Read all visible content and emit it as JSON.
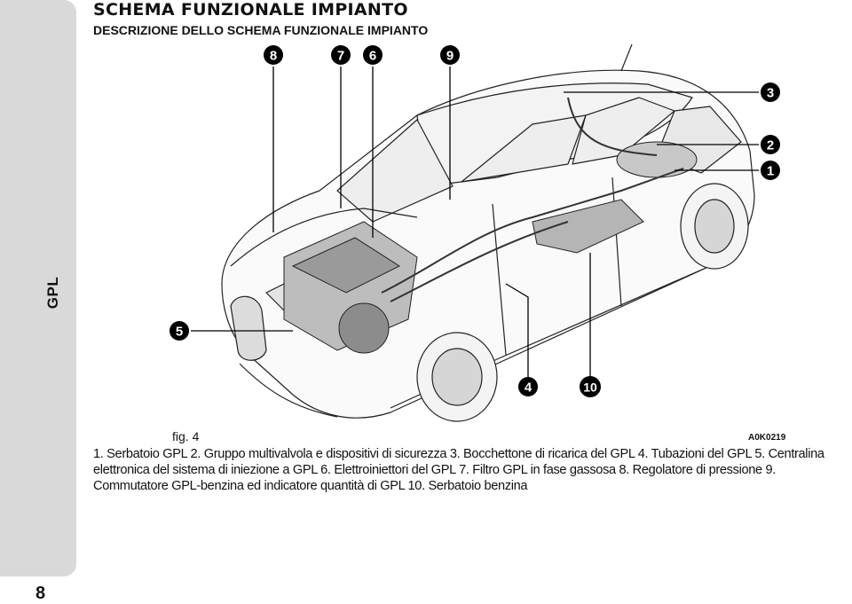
{
  "section_tab": "GPL",
  "page_number": "8",
  "title": "SCHEMA FUNZIONALE IMPIANTO",
  "subtitle": "DESCRIZIONE DELLO SCHEMA FUNZIONALE IMPIANTO",
  "figure": {
    "label": "fig. 4",
    "code": "A0K0219",
    "callouts": [
      "1",
      "2",
      "3",
      "4",
      "5",
      "6",
      "7",
      "8",
      "9",
      "10"
    ]
  },
  "caption": "1. Serbatoio GPL 2. Gruppo multivalvola e dispositivi di sicurezza 3. Bocchettone di ricarica del GPL 4. Tubazioni del GPL 5. Centralina elettronica del sistema di iniezione a GPL 6. Elettroiniettori del GPL 7. Filtro GPL in fase gassosa 8. Regolatore di pressione 9. Commutatore GPL-benzina ed indicatore quantità di GPL 10. Serbatoio benzina"
}
